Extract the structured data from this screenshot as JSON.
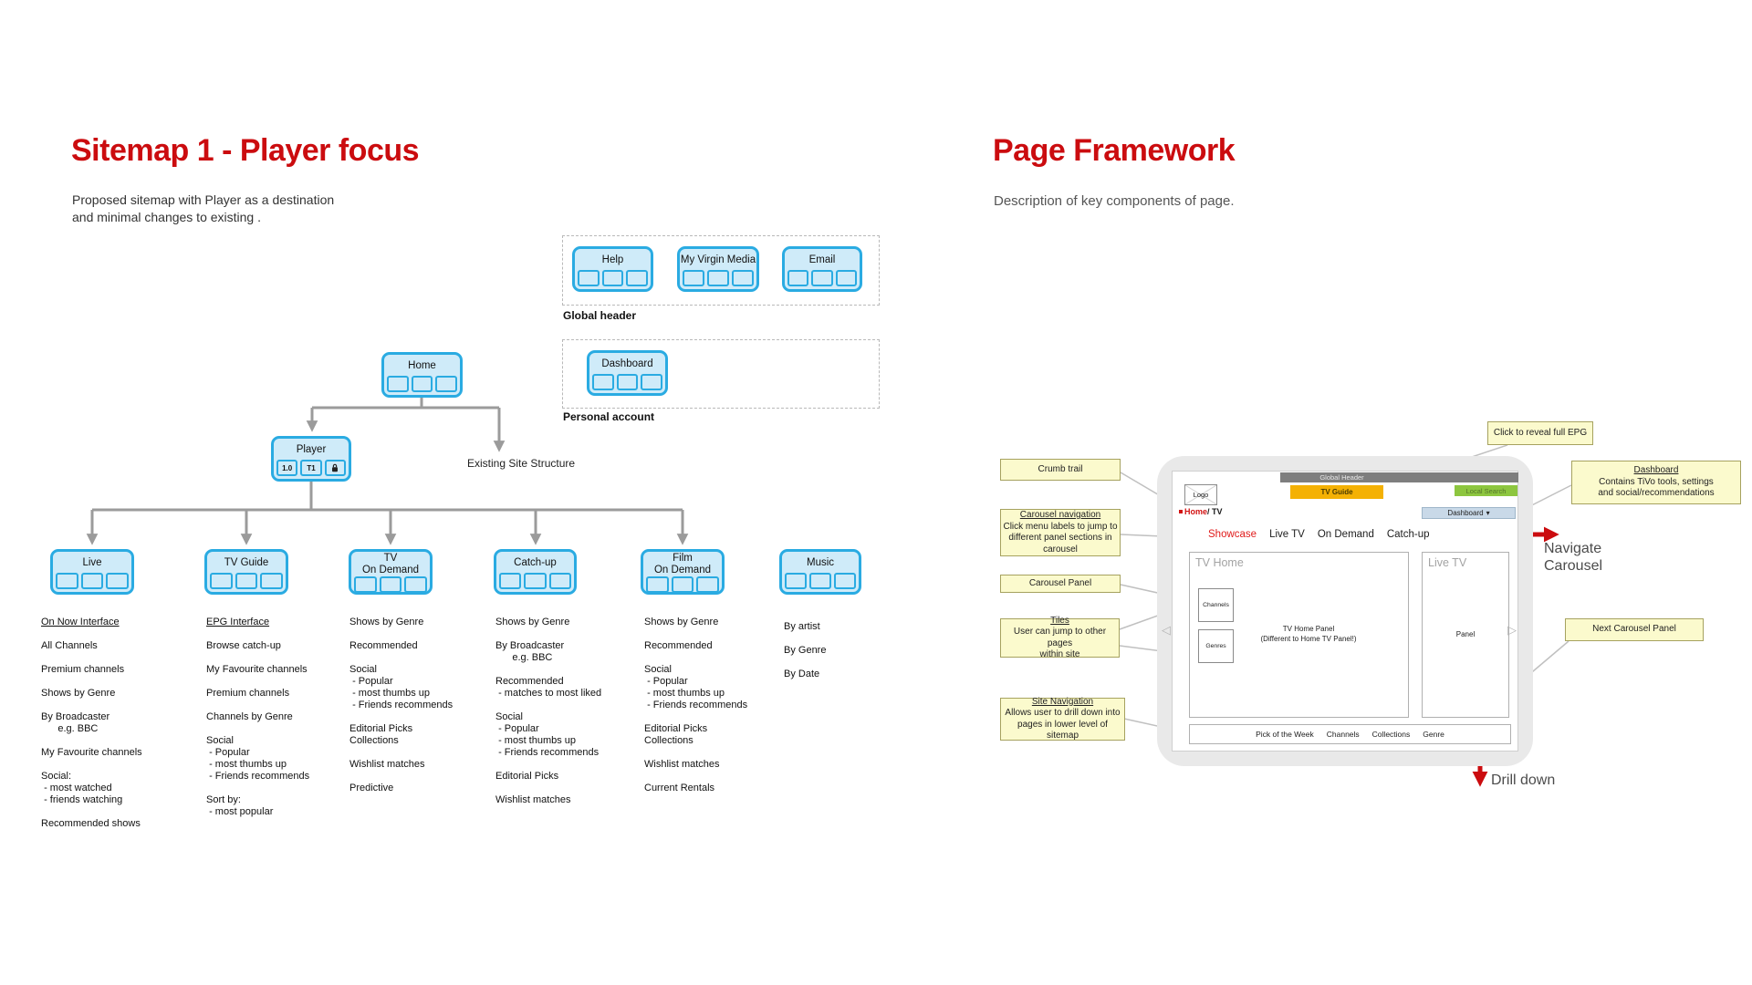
{
  "sitemap": {
    "title": "Sitemap 1 - Player focus",
    "subtitle": "Proposed sitemap with Player as a destination\nand minimal changes to existing .",
    "global_header_label": "Global header",
    "personal_account_label": "Personal account",
    "existing_site_label": "Existing Site Structure",
    "nodes": {
      "help": "Help",
      "my_virgin_media": "My Virgin Media",
      "email": "Email",
      "dashboard": "Dashboard",
      "home": "Home",
      "player": {
        "label": "Player",
        "cells": [
          "1.0",
          "T1"
        ]
      },
      "live": "Live",
      "tv_guide": "TV Guide",
      "tv_on_demand": "TV\nOn Demand",
      "catch_up": "Catch-up",
      "film_on_demand": "Film\nOn Demand",
      "music": "Music"
    },
    "lists": {
      "live": {
        "header": "On Now Interface",
        "items": [
          "All Channels",
          "Premium channels",
          "Shows by Genre",
          "By Broadcaster\n      e.g. BBC",
          "My Favourite channels",
          "Social:\n - most watched\n - friends watching",
          "Recommended shows"
        ]
      },
      "tv_guide": {
        "header": "EPG Interface",
        "items": [
          "Browse catch-up",
          "My Favourite channels",
          "Premium channels",
          "Channels by Genre",
          "Social\n - Popular\n - most thumbs up\n - Friends recommends",
          "Sort by:\n - most popular"
        ]
      },
      "tv_on_demand": [
        "Shows by Genre",
        "Recommended",
        "Social\n - Popular\n - most thumbs up\n - Friends recommends",
        "Editorial Picks\nCollections",
        "Wishlist matches",
        "Predictive"
      ],
      "catch_up": [
        "Shows by Genre",
        "By Broadcaster\n      e.g. BBC",
        "Recommended\n - matches to most liked",
        "Social\n - Popular\n - most thumbs up\n - Friends recommends",
        "Editorial Picks",
        "Wishlist matches"
      ],
      "film_on_demand": [
        "Shows by Genre",
        "Recommended",
        "Social\n - Popular\n - most thumbs up\n - Friends recommends",
        "Editorial Picks\nCollections",
        "Wishlist matches",
        "Current Rentals"
      ],
      "music": [
        "By artist",
        "By Genre",
        "By Date"
      ]
    }
  },
  "framework": {
    "title": "Page Framework",
    "subtitle": "Description of key components of page.",
    "notes": {
      "epg": "Click to reveal full EPG",
      "crumb_trail": "Crumb trail",
      "carousel_nav_title": "Carousel navigation",
      "carousel_nav_body": "Click menu labels to jump to\ndifferent panel sections in\ncarousel",
      "carousel_panel": "Carousel Panel",
      "tiles_title": "Tiles",
      "tiles_body": "User can jump to other pages\nwithin site",
      "site_nav_title": "Site Navigation",
      "site_nav_body": "Allows user to drill down into\npages in lower level of sitemap",
      "next_panel": "Next Carousel Panel",
      "dashboard_title": "Dashboard",
      "dashboard_body": "Contains TiVo tools, settings\nand social/recommendations"
    },
    "annotations": {
      "navigate_carousel": "Navigate\nCarousel",
      "drill_down": "Drill down"
    },
    "screen": {
      "global_header": "Global Header",
      "logo": "Logo",
      "tv_guide_btn": "TV Guide",
      "local_search_btn": "Local Search",
      "breadcrumb_home": "Home",
      "breadcrumb_tail": " / TV",
      "dashboard_btn": "Dashboard",
      "caret_icon": "▾",
      "tabs": [
        "Showcase",
        "Live TV",
        "On Demand",
        "Catch-up"
      ],
      "tv_home_label": "TV Home",
      "channels_tile": "Channels",
      "genres_tile": "Genres",
      "panel_caption": "TV Home Panel\n(Different to Home TV Panel!)",
      "live_tv_label": "Live TV",
      "live_panel_text": "Panel",
      "prev_icon": "◁",
      "next_icon": "▷",
      "bottom_nav": [
        "Pick of the Week",
        "Channels",
        "Collections",
        "Genre"
      ]
    }
  },
  "colors": {
    "accent_red": "#cb0c0f",
    "node_fill": "#cfebf9",
    "node_border": "#2aabe2",
    "connector_gray": "#9b9b9b",
    "sticky_fill": "#fbfacd",
    "tv_guide_orange": "#f4b104",
    "local_search_green": "#8dc63f",
    "dashboard_btn_blue": "#c9d9e8",
    "wireframe_header_gray": "#7e7e7e"
  }
}
